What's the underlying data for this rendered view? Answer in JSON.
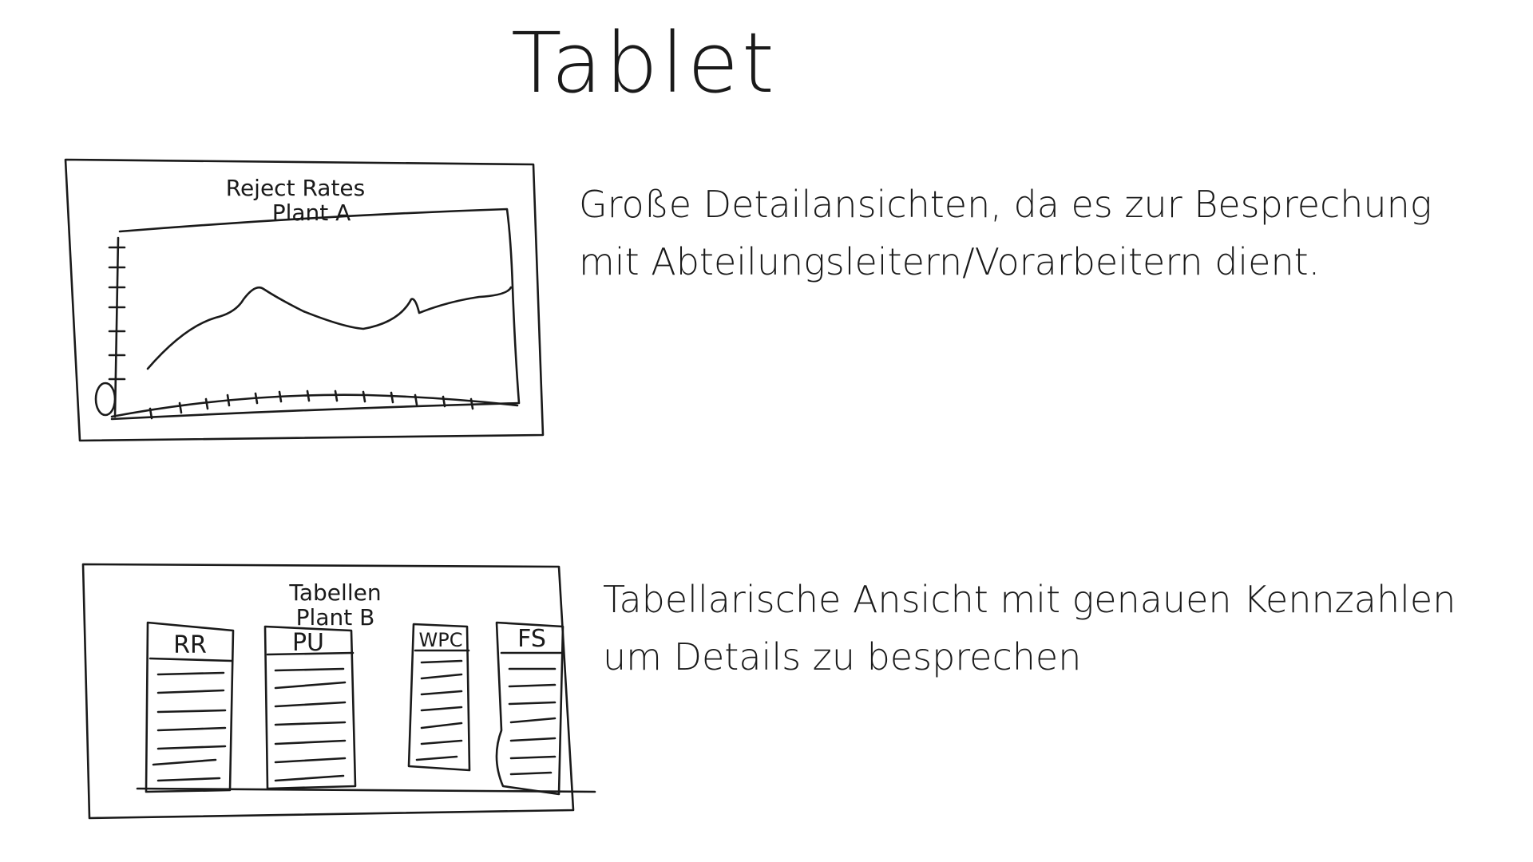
{
  "page": {
    "title": "Tablet"
  },
  "sketch_a": {
    "heading_line1": "Reject Rates",
    "heading_line2": "Plant A",
    "description": "Große Detailansichten, da es zur Besprechung mit Abteilungsleitern/Vorarbeitern dient."
  },
  "sketch_b": {
    "heading_line1": "Tabellen",
    "heading_line2": "Plant B",
    "columns": [
      "RR",
      "PU",
      "WPC",
      "FS"
    ],
    "description": "Tabellarische Ansicht mit genauen Kennzahlen um Details zu besprechen"
  },
  "colors": {
    "ink": "#1a1a1a",
    "paper": "#ffffff"
  }
}
